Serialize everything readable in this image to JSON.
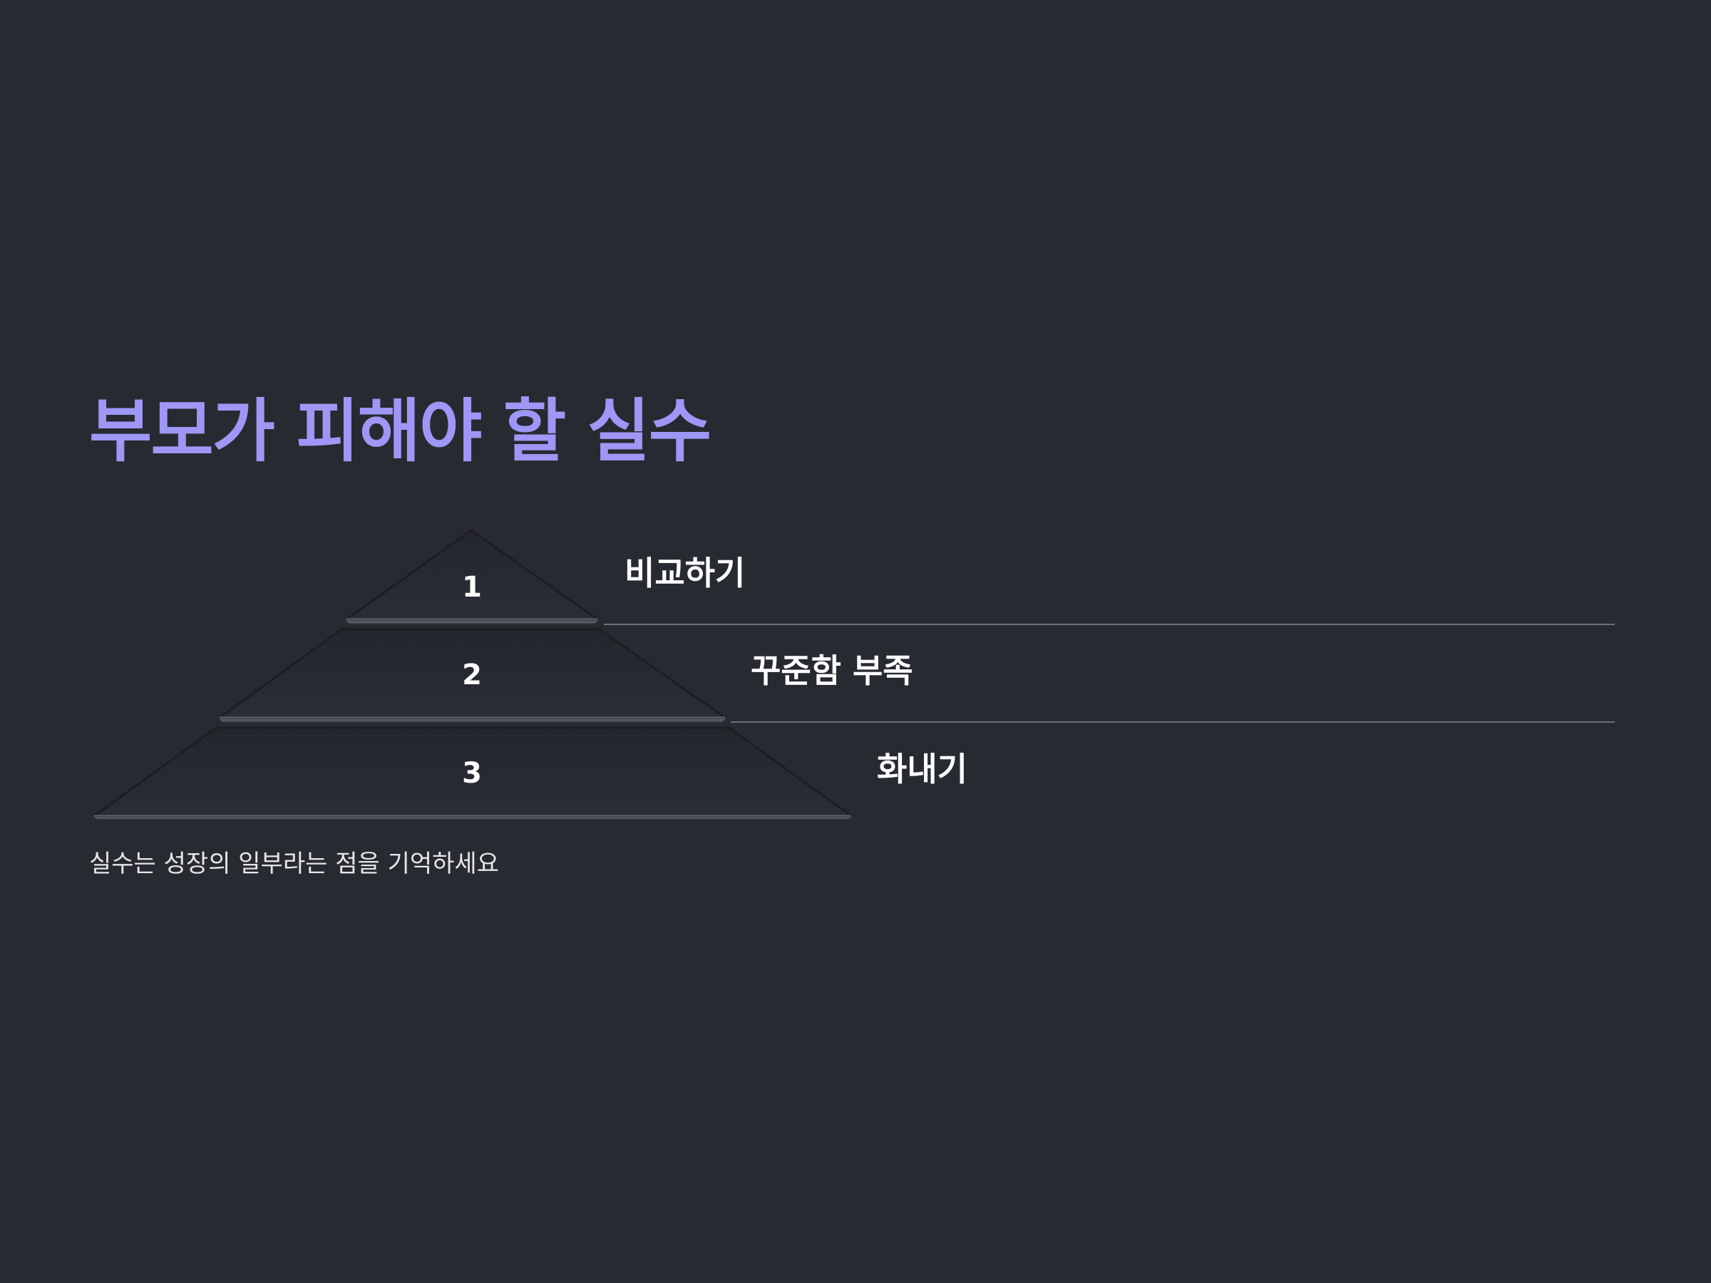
{
  "slide": {
    "title": "부모가 피해야 할 실수",
    "subtitle": "실수는 성장의 일부라는 점을 기억하세요"
  },
  "pyramid": {
    "tiers": [
      {
        "number": "1",
        "label": "비교하기"
      },
      {
        "number": "2",
        "label": "꾸준함 부족"
      },
      {
        "number": "3",
        "label": "화내기"
      }
    ]
  },
  "colors": {
    "background": "#272a30",
    "title": "#9e97f5",
    "tier_fill": "#262932",
    "divider": "#6c6f76",
    "text": "#ffffff"
  }
}
